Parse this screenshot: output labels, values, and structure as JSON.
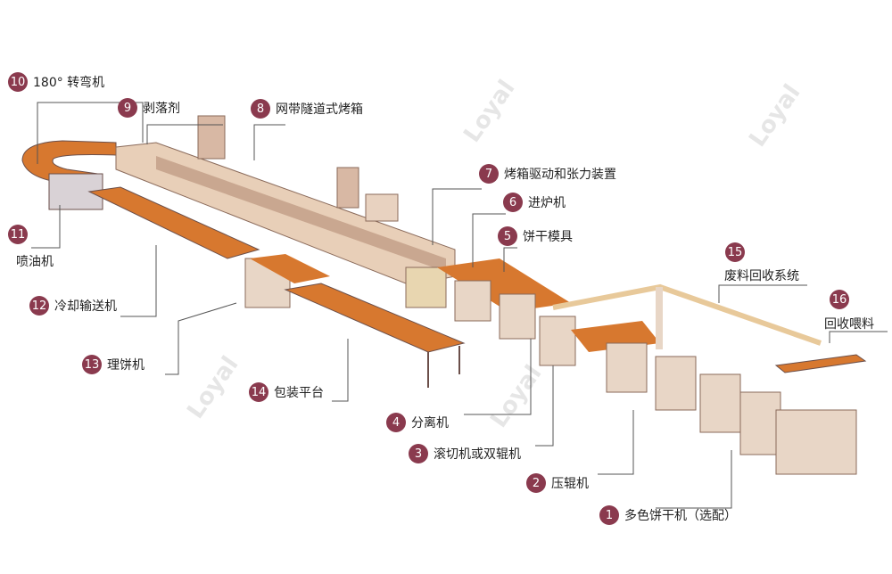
{
  "watermark": "Loyal",
  "colors": {
    "badge": "#8a3a4e",
    "machine": "#e8cfb8",
    "belt": "#d7782f",
    "frame": "#6b4f4a"
  },
  "labels": [
    {
      "num": "1",
      "text": "多色饼干机（选配）"
    },
    {
      "num": "2",
      "text": "压辊机"
    },
    {
      "num": "3",
      "text": "滚切机或双辊机"
    },
    {
      "num": "4",
      "text": "分离机"
    },
    {
      "num": "5",
      "text": "饼干模具"
    },
    {
      "num": "6",
      "text": "进炉机"
    },
    {
      "num": "7",
      "text": "烤箱驱动和张力装置"
    },
    {
      "num": "8",
      "text": "网带隧道式烤箱"
    },
    {
      "num": "9",
      "text": "剥落剂"
    },
    {
      "num": "10",
      "text": "180° 转弯机"
    },
    {
      "num": "11",
      "text": "喷油机"
    },
    {
      "num": "12",
      "text": "冷却输送机"
    },
    {
      "num": "13",
      "text": "理饼机"
    },
    {
      "num": "14",
      "text": "包装平台"
    },
    {
      "num": "15",
      "text": "废料回收系统"
    },
    {
      "num": "16",
      "text": "回收喂料"
    }
  ]
}
